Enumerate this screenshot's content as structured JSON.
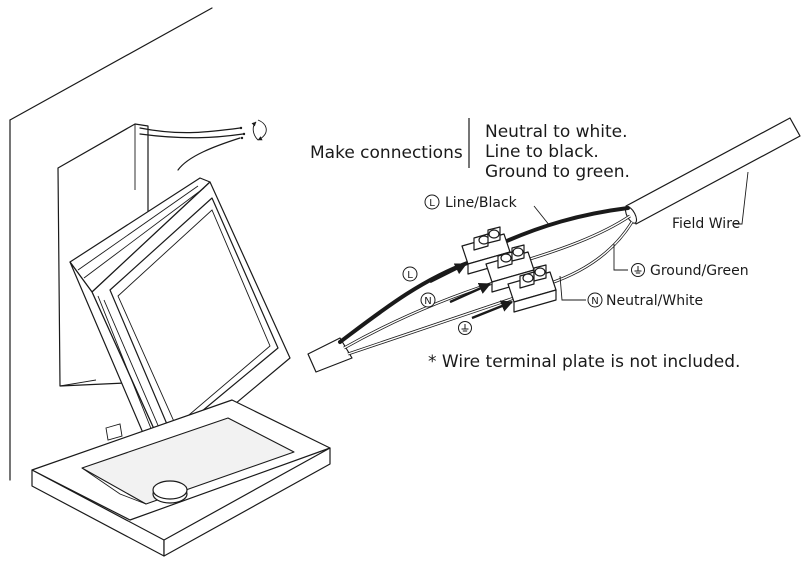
{
  "heading": "Make connections",
  "instructions": [
    "Neutral to white.",
    "Line to black.",
    "Ground to green."
  ],
  "callouts": {
    "line": "Line/Black",
    "ground": "Ground/Green",
    "neutral": "Neutral/White",
    "field_wire": "Field Wire"
  },
  "symbols": {
    "line": "L",
    "neutral": "N"
  },
  "note": "* Wire terminal plate is not included."
}
